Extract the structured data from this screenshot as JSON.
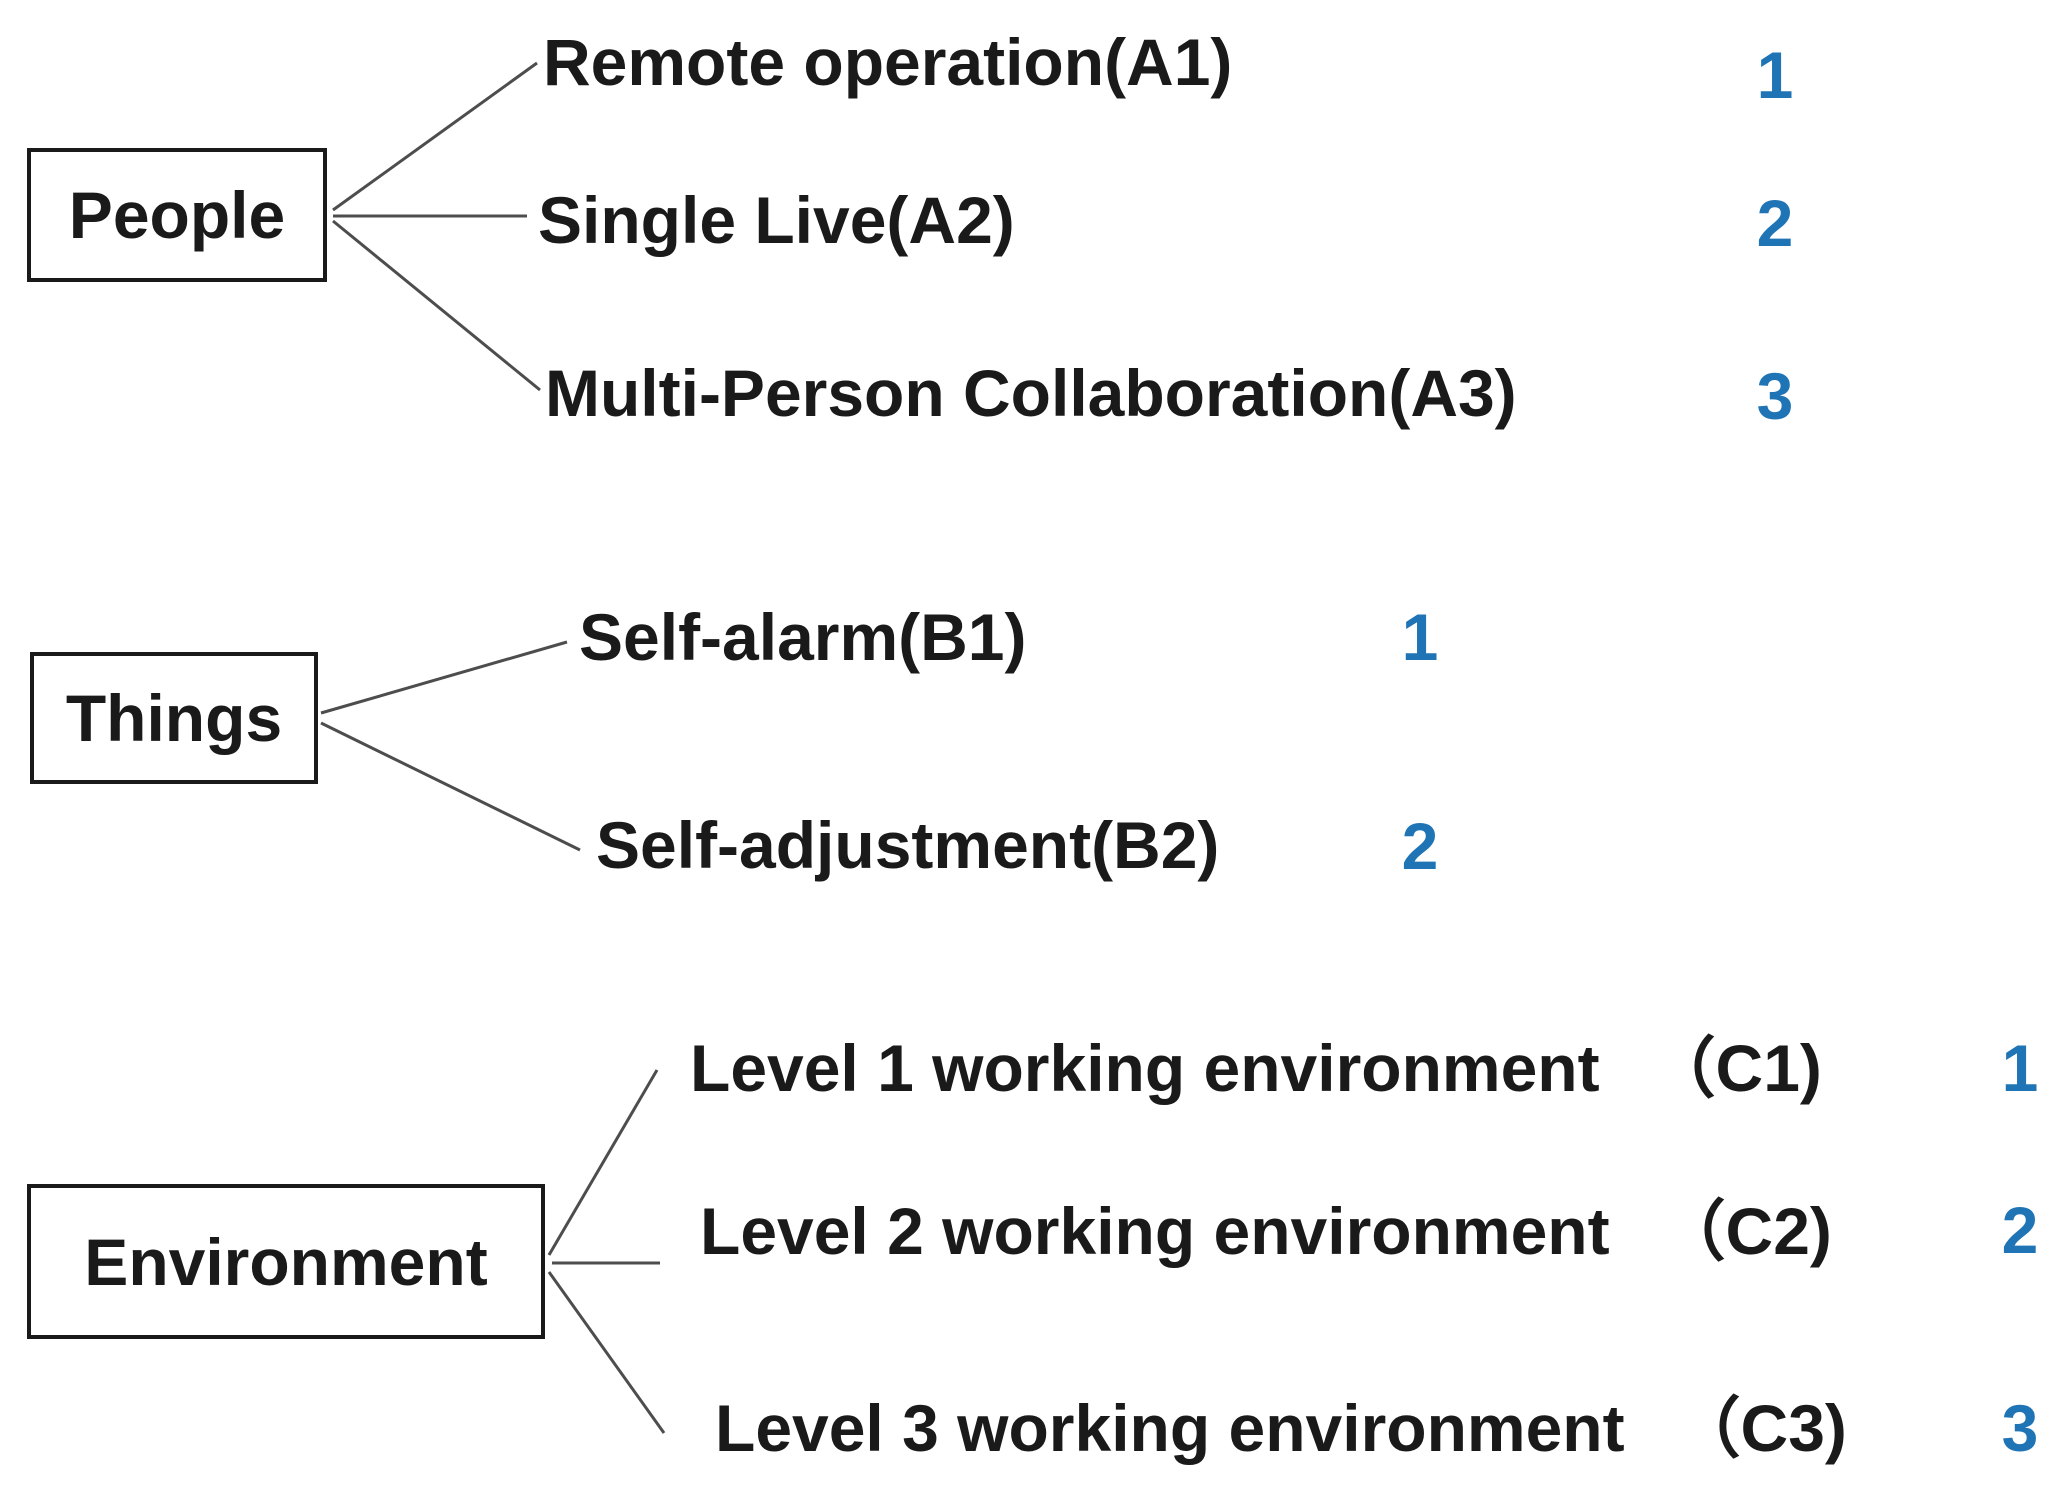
{
  "diagram": {
    "groups": [
      {
        "parent": "People",
        "children": [
          {
            "label": "Remote operation(A1)",
            "number": "1"
          },
          {
            "label": "Single Live(A2)",
            "number": "2"
          },
          {
            "label": "Multi-Person Collaboration(A3)",
            "number": "3"
          }
        ]
      },
      {
        "parent": "Things",
        "children": [
          {
            "label": "Self-alarm(B1)",
            "number": "1"
          },
          {
            "label": "Self-adjustment(B2)",
            "number": "2"
          }
        ]
      },
      {
        "parent": "Environment",
        "children": [
          {
            "label": "Level 1 working environment",
            "suffix": "（C1)",
            "number": "1"
          },
          {
            "label": "Level 2 working environment",
            "suffix": "（C2)",
            "number": "2"
          },
          {
            "label": "Level 3 working environment",
            "suffix": "（C3)",
            "number": "3"
          }
        ]
      }
    ],
    "colors": {
      "text": "#1a1a1a",
      "number_blue": "#1f74b5",
      "line": "#4d4d4d",
      "background": "#ffffff"
    }
  }
}
